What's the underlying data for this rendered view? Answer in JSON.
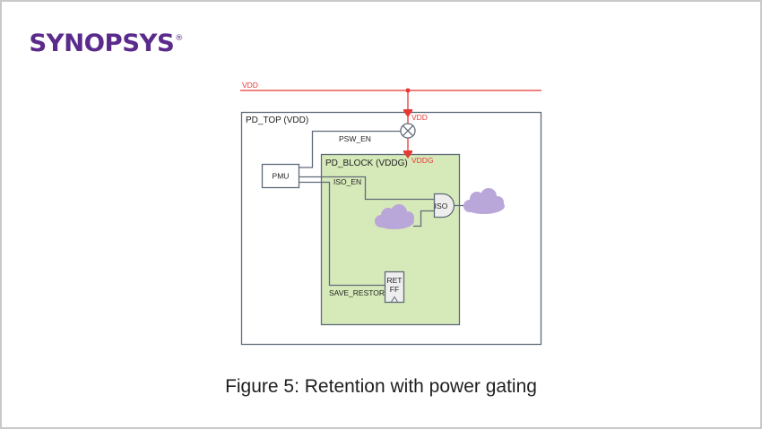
{
  "brand": {
    "logo_text": "SYNOPSYS",
    "registered_mark": "®",
    "color": "#5b2b8c"
  },
  "diagram": {
    "supply_rail_label": "VDD",
    "switch_input_label": "VDD",
    "switch_output_label": "VDDG",
    "outer_domain_label": "PD_TOP (VDD)",
    "inner_domain_label": "PD_BLOCK (VDDG)",
    "controller_label": "PMU",
    "power_switch_enable_label": "PSW_EN",
    "isolation_enable_label": "ISO_EN",
    "isolation_cell_label": "ISO",
    "save_restore_label": "SAVE_RESTORE",
    "retention_ff_label_line1": "RET",
    "retention_ff_label_line2": "FF",
    "colors": {
      "power_red": "#e53935",
      "wire_gray": "#5f6b7a",
      "inner_domain_fill": "#d6e9b9",
      "cloud_purple": "#b9a7d9",
      "cell_fill": "#eeeeee"
    }
  },
  "caption": "Figure 5: Retention with power gating"
}
